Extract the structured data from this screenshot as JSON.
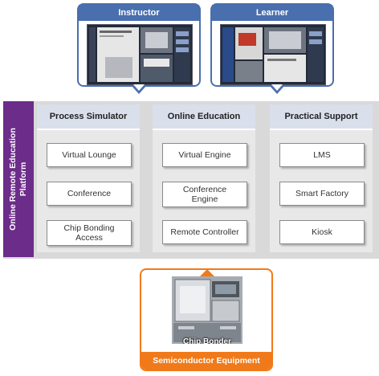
{
  "callouts": {
    "instructor": "Instructor",
    "learner": "Learner"
  },
  "platform": {
    "title": "Online Remote Education Platform"
  },
  "columns": [
    {
      "header": "Process Simulator",
      "items": [
        "Virtual Lounge",
        "Conference",
        "Chip Bonding Access"
      ]
    },
    {
      "header": "Online Education",
      "items": [
        "Virtual Engine",
        "Conference Engine",
        "Remote Controller"
      ]
    },
    {
      "header": "Practical Support",
      "items": [
        "LMS",
        "Smart Factory",
        "Kiosk"
      ]
    }
  ],
  "equipment": {
    "device": "Chip Bonder",
    "label": "Semiconductor Equipment"
  },
  "colors": {
    "callout_blue": "#4a6fae",
    "sidebar_purple": "#6c2c8a",
    "equipment_orange": "#f07a1a",
    "header_blue_gray": "#d9dfeb"
  }
}
